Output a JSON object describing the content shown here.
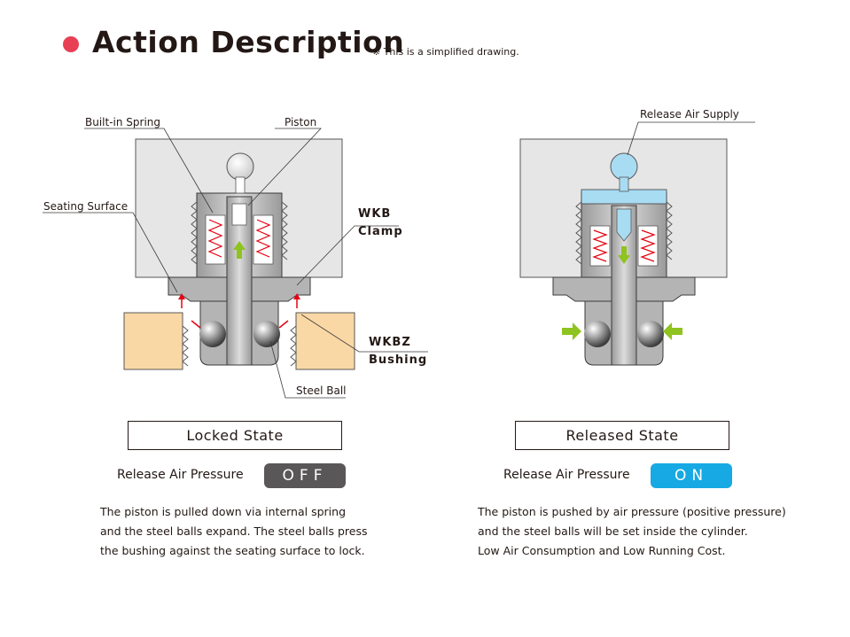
{
  "header": {
    "title": "Action Description",
    "note": "※ This is a simplified drawing.",
    "bullet_color": "#e83f55"
  },
  "locked": {
    "labels": {
      "spring": "Built-in Spring",
      "piston": "Piston",
      "seating": "Seating Surface",
      "clamp_line1": "WKB",
      "clamp_line2": "Clamp",
      "bushing_line1": "WKBZ",
      "bushing_line2": "Bushing",
      "ball": "Steel Ball"
    },
    "state_label": "Locked State",
    "pressure_label": "Release Air Pressure",
    "pressure_value": "OFF",
    "pressure_color": "#595757",
    "description": [
      "The piston is pulled down via internal spring",
      "and the steel balls expand. The steel balls press",
      "the bushing against the seating surface to lock."
    ]
  },
  "released": {
    "labels": {
      "air_supply": "Release Air Supply"
    },
    "state_label": "Released State",
    "pressure_label": "Release Air Pressure",
    "pressure_value": "ON",
    "pressure_color": "#17a9e3",
    "description": [
      "The piston is pushed by air pressure (positive pressure)",
      "and the steel balls will be set inside the cylinder.",
      "Low Air Consumption and Low Running Cost."
    ]
  },
  "colors": {
    "housing": "#e6e6e6",
    "workpiece": "#f9d8a6",
    "metal": "#b4b4b4",
    "spring": "#e60012",
    "arrow_green": "#8fc31f",
    "air_blue": "#a8dcf3"
  }
}
